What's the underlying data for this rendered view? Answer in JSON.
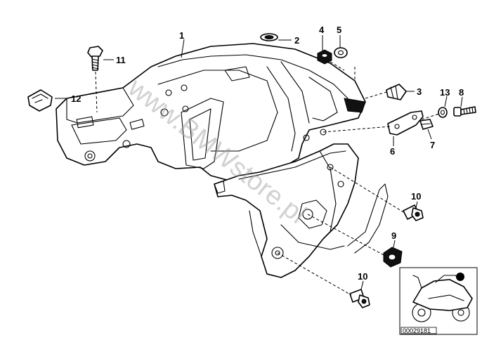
{
  "callouts": {
    "p1": "1",
    "p2": "2",
    "p3": "3",
    "p4": "4",
    "p5": "5",
    "p6": "6",
    "p7": "7",
    "p8": "8",
    "p9": "9",
    "p10a": "10",
    "p10b": "10",
    "p11": "11",
    "p12": "12",
    "p13": "13"
  },
  "watermark": "www.BMWstore.pl",
  "thumbnail": {
    "code": "00029181"
  },
  "colors": {
    "ink": "#000000",
    "background": "#ffffff",
    "watermark": "#9a9a9a"
  }
}
